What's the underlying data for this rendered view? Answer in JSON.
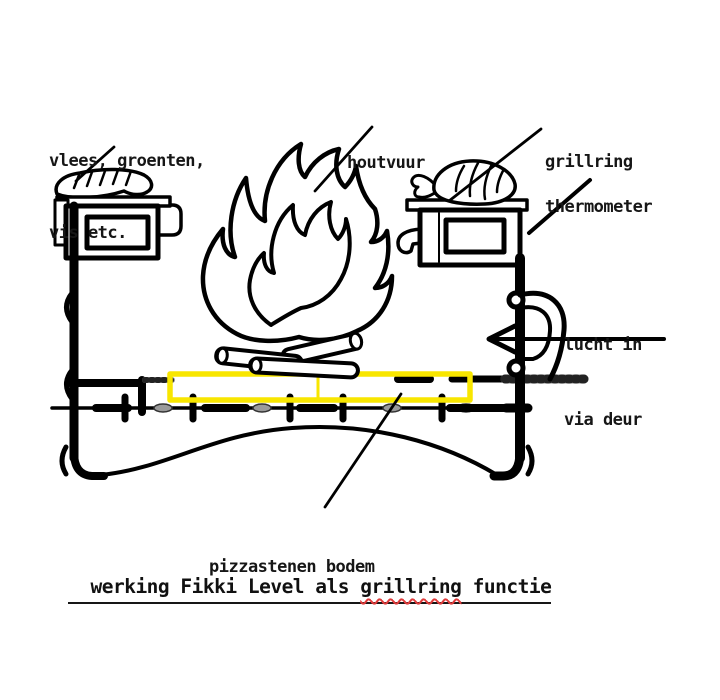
{
  "labels": {
    "food_line1": "vlees, groenten,",
    "food_line2": "vis etc.",
    "fire": "houtvuur",
    "grillring": "grillring",
    "thermometer": "thermometer",
    "air_line1": "lucht in",
    "air_line2": "via deur",
    "stone_bottom": "pizzastenen bodem"
  },
  "title": {
    "part1": "werking Fikki Level als ",
    "highlighted_word": "grillring",
    "part2": " functie"
  },
  "colors": {
    "ink": "#000000",
    "stone_highlight": "#f8e600",
    "rail_gray": "#8a8a8a",
    "spellcheck_underline": "#e03b3b"
  }
}
